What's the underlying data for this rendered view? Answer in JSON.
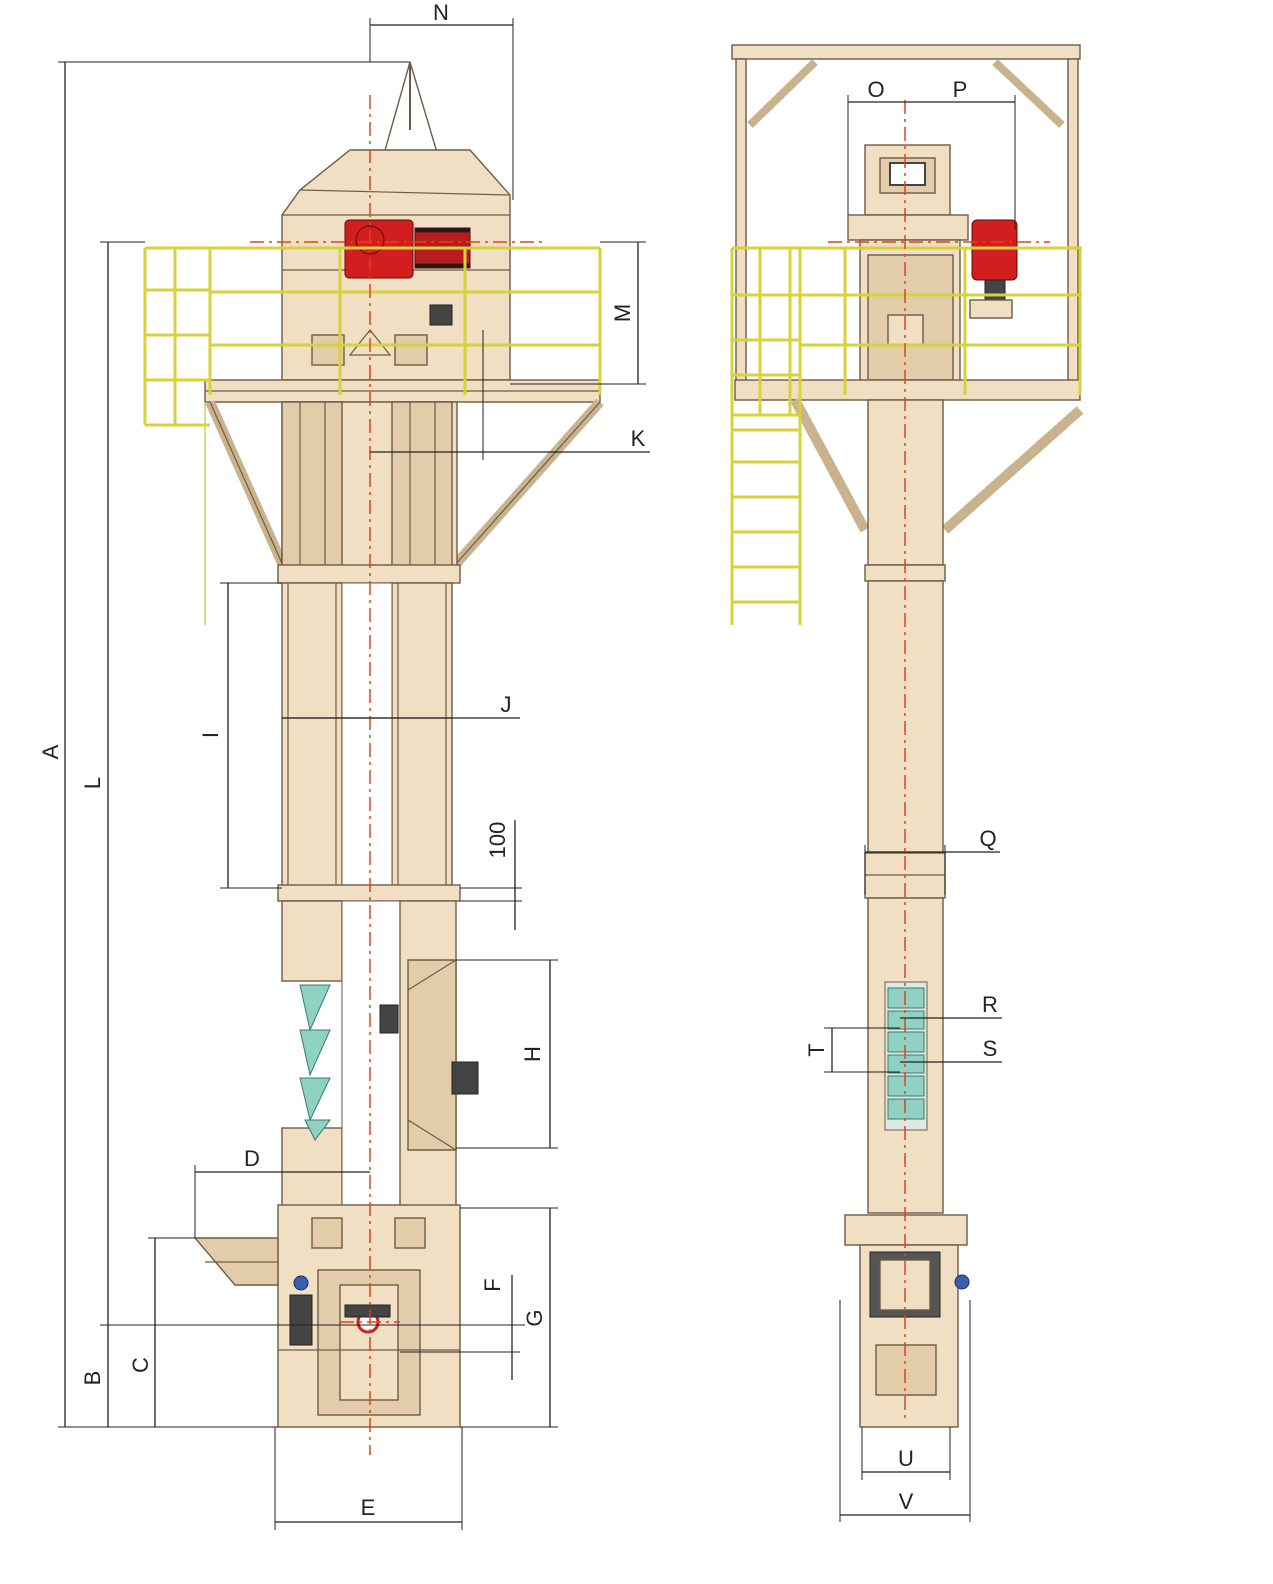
{
  "colors": {
    "casing": "#f0dfc2",
    "railing": "#d8d23a",
    "motor": "#d21e1e",
    "bucket": "#8fd1c3",
    "centerline": "#e0441c"
  },
  "labels": {
    "A": "A",
    "B": "B",
    "C": "C",
    "D": "D",
    "E": "E",
    "F": "F",
    "G": "G",
    "H": "H",
    "I": "I",
    "J": "J",
    "K": "K",
    "L": "L",
    "M": "M",
    "N": "N",
    "O": "O",
    "P": "P",
    "Q": "Q",
    "R": "R",
    "S": "S",
    "T": "T",
    "U": "U",
    "V": "V",
    "d100": "100"
  }
}
